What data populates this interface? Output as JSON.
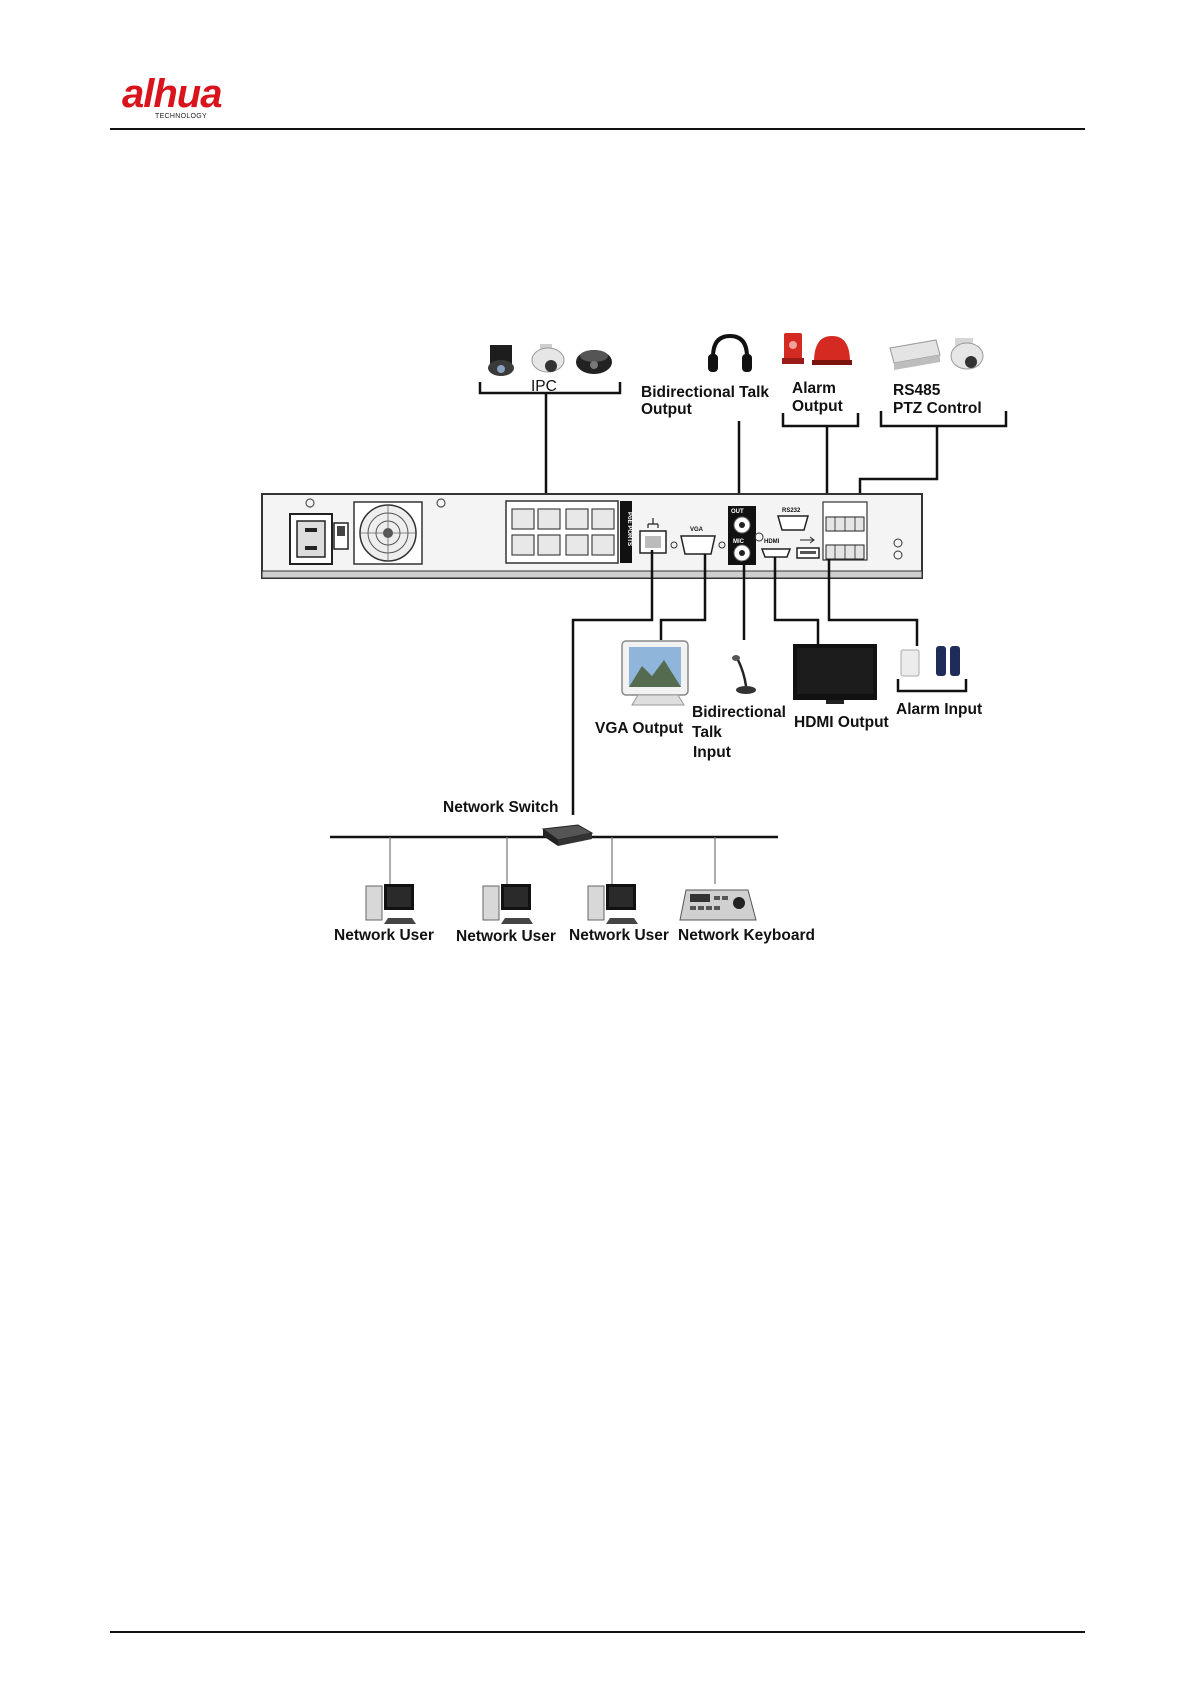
{
  "header": {
    "brand_text": "alhua",
    "brand_subtext": "TECHNOLOGY"
  },
  "diagram": {
    "labels": {
      "ipc": "IPC",
      "bidirectional_talk_output_1": "Bidirectional Talk",
      "bidirectional_talk_output_2": "Output",
      "alarm_output_1": "Alarm",
      "alarm_output_2": "Output",
      "rs485_1": "RS485",
      "rs485_2": "PTZ Control",
      "vga_output": "VGA Output",
      "bidirectional_talk_input_1": "Bidirectional",
      "bidirectional_talk_input_2": "Talk",
      "bidirectional_talk_input_3": "Input",
      "hdmi_output": "HDMI Output",
      "alarm_input": "Alarm Input",
      "network_switch": "Network Switch",
      "network_user_1": "Network User",
      "network_user_2": "Network User",
      "network_user_3": "Network User",
      "network_keyboard": "Network Keyboard"
    },
    "panel_marks": {
      "vga_port": "VGA",
      "rs232_port": "RS232",
      "hdmi_port": "HDMI",
      "poe_ports": "PoE PORTS",
      "audio_out": "OUT",
      "audio_mic": "MIC"
    },
    "colors": {
      "alarm_red": "#d42a22",
      "line": "#111111",
      "panel_fill": "#f4f4f4"
    }
  }
}
